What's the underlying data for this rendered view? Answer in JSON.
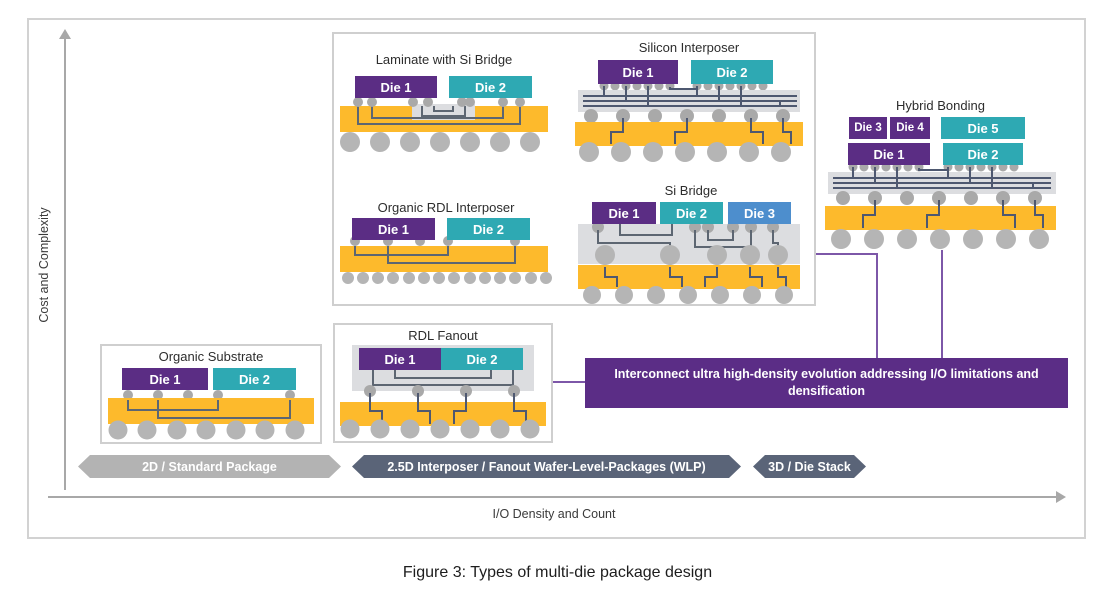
{
  "figure": {
    "caption": "Figure 3: Types of multi-die package design"
  },
  "axes": {
    "y": "Cost and Complexity",
    "x": "I/O Density and Count"
  },
  "banner": {
    "text": "Interconnect ultra high-density evolution addressing I/O limitations and densification"
  },
  "stages": [
    {
      "label": "2D / Standard Package",
      "color": "#b3b3b3"
    },
    {
      "label": "2.5D Interposer / Fanout Wafer-Level-Packages (WLP)",
      "color": "#5a6478"
    },
    {
      "label": "3D / Die Stack",
      "color": "#5a6478"
    }
  ],
  "packages": {
    "organic_substrate": {
      "title": "Organic Substrate",
      "dies": [
        "Die 1",
        "Die 2"
      ]
    },
    "rdl_fanout": {
      "title": "RDL Fanout",
      "dies": [
        "Die 1",
        "Die 2"
      ]
    },
    "laminate_si_bridge": {
      "title": "Laminate with Si Bridge",
      "dies": [
        "Die 1",
        "Die 2"
      ]
    },
    "silicon_interposer": {
      "title": "Silicon Interposer",
      "dies": [
        "Die 1",
        "Die 2"
      ]
    },
    "organic_rdl_interposer": {
      "title": "Organic RDL Interposer",
      "dies": [
        "Die 1",
        "Die 2"
      ]
    },
    "si_bridge": {
      "title": "Si Bridge",
      "dies": [
        "Die 1",
        "Die 2",
        "Die 3"
      ]
    },
    "hybrid_bonding": {
      "title": "Hybrid Bonding",
      "top_dies": [
        "Die 3",
        "Die 4",
        "Die 5"
      ],
      "bottom_dies": [
        "Die 1",
        "Die 2"
      ]
    }
  },
  "colors": {
    "die_purple": "#5b2d84",
    "die_teal": "#2ea9b3",
    "die_blue": "#4d8ecd",
    "substrate_yellow": "#fdba2c",
    "interposer_gray": "#dcdde0",
    "ball_gray": "#b5b5b5",
    "trace_gray": "#5d6672",
    "banner_purple": "#5b2d86",
    "connector_purple": "#7d57a8"
  }
}
